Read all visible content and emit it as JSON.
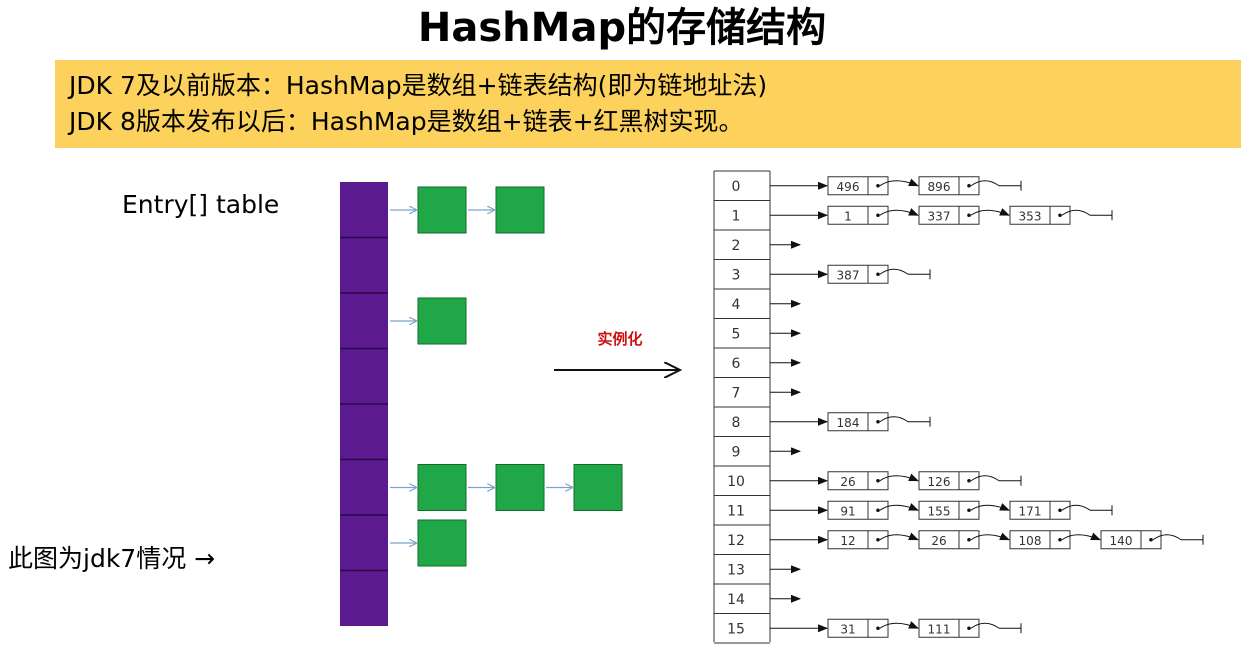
{
  "title": "HashMap的存储结构",
  "banner": {
    "line1": "JDK 7及以前版本：HashMap是数组+链表结构(即为链地址法)",
    "line2": "JDK 8版本发布以后：HashMap是数组+链表+红黑树实现。"
  },
  "labels": {
    "entry_table": "Entry[] table",
    "note": "此图为jdk7情况 →",
    "instantiate": "实例化"
  },
  "colors": {
    "array": "#5b1a8f",
    "node": "#20a848",
    "node_border": "#116b2c",
    "link_arrow": "#7aa4c8",
    "banner": "#fcd15c",
    "instantiate_text": "#cc1111"
  },
  "left_diagram": {
    "slot_count": 8,
    "chains": [
      {
        "slot": 0,
        "nodes": 2
      },
      {
        "slot": 2,
        "nodes": 1
      },
      {
        "slot": 5,
        "nodes": 3
      },
      {
        "slot": 6,
        "nodes": 1
      }
    ]
  },
  "right_diagram": {
    "rows": [
      {
        "index": "0",
        "chain": [
          "496",
          "896"
        ]
      },
      {
        "index": "1",
        "chain": [
          "1",
          "337",
          "353"
        ]
      },
      {
        "index": "2",
        "chain": []
      },
      {
        "index": "3",
        "chain": [
          "387"
        ]
      },
      {
        "index": "4",
        "chain": []
      },
      {
        "index": "5",
        "chain": []
      },
      {
        "index": "6",
        "chain": []
      },
      {
        "index": "7",
        "chain": []
      },
      {
        "index": "8",
        "chain": [
          "184"
        ]
      },
      {
        "index": "9",
        "chain": []
      },
      {
        "index": "10",
        "chain": [
          "26",
          "126"
        ]
      },
      {
        "index": "11",
        "chain": [
          "91",
          "155",
          "171"
        ]
      },
      {
        "index": "12",
        "chain": [
          "12",
          "26",
          "108",
          "140"
        ]
      },
      {
        "index": "13",
        "chain": []
      },
      {
        "index": "14",
        "chain": []
      },
      {
        "index": "15",
        "chain": [
          "31",
          "111"
        ]
      }
    ]
  }
}
